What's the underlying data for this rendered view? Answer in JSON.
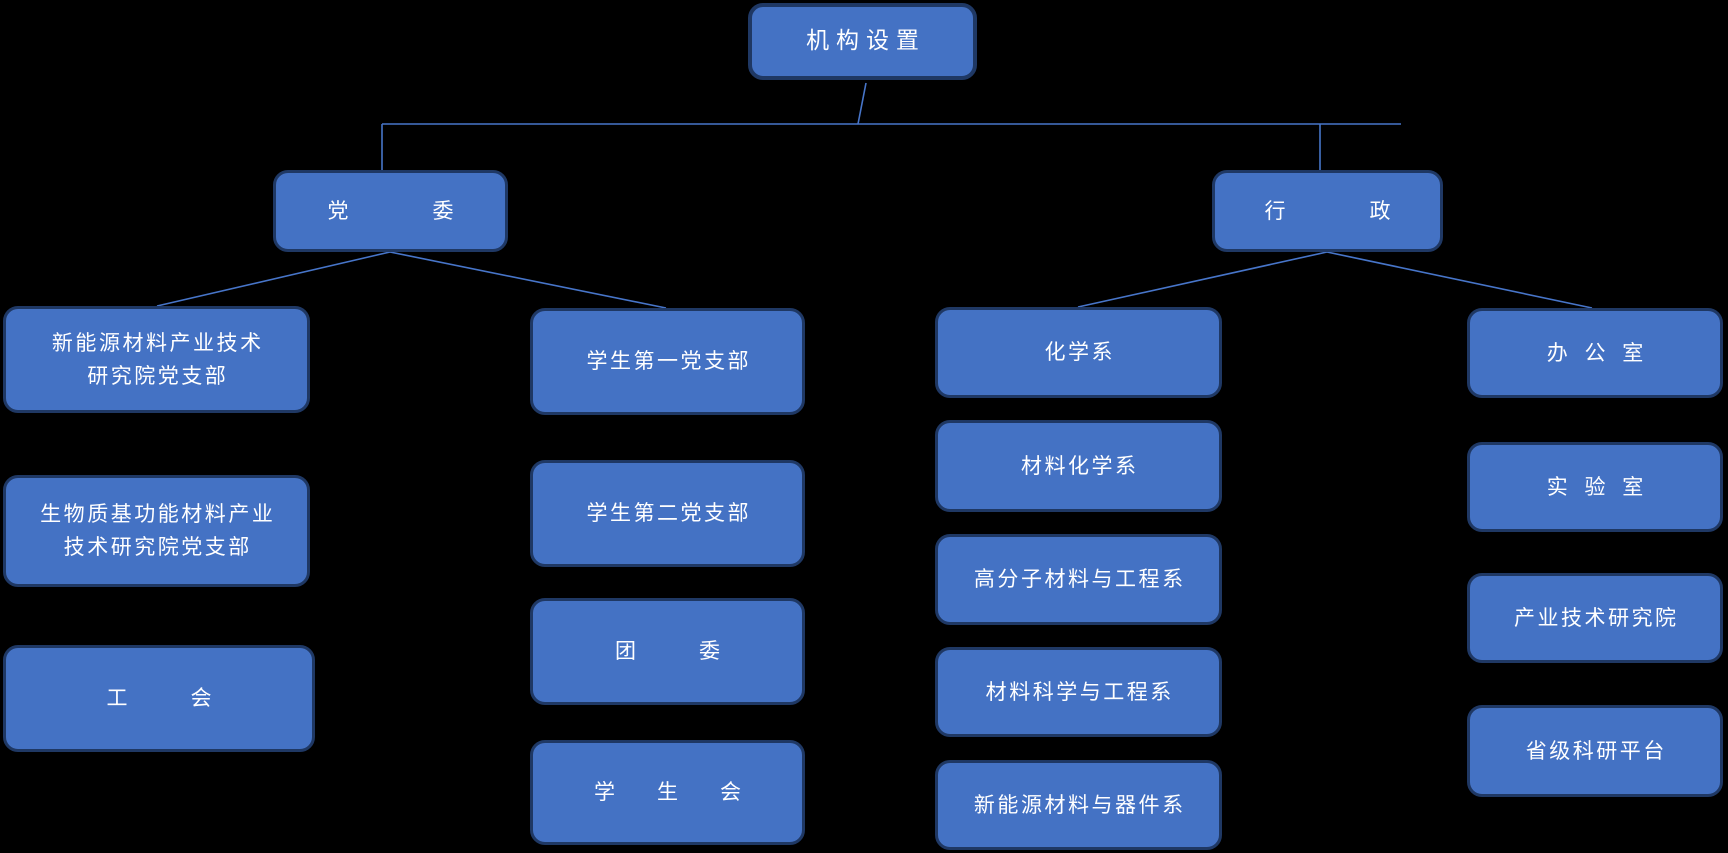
{
  "diagram": {
    "root": {
      "label": "机构设置"
    },
    "branches": {
      "party": {
        "label": "党委"
      },
      "admin": {
        "label": "行政"
      }
    },
    "party_col1": [
      {
        "label": "新能源材料产业技术\n研究院党支部"
      },
      {
        "label": "生物质基功能材料产业\n技术研究院党支部"
      },
      {
        "label": "工会"
      }
    ],
    "party_col2": [
      {
        "label": "学生第一党支部"
      },
      {
        "label": "学生第二党支部"
      },
      {
        "label": "团委"
      },
      {
        "label": "学生会"
      }
    ],
    "admin_col1": [
      {
        "label": "化学系"
      },
      {
        "label": "材料化学系"
      },
      {
        "label": "高分子材料与工程系"
      },
      {
        "label": "材料科学与工程系"
      },
      {
        "label": "新能源材料与器件系"
      }
    ],
    "admin_col2": [
      {
        "label": "办公室"
      },
      {
        "label": "实验室"
      },
      {
        "label": "产业技术研究院"
      },
      {
        "label": "省级科研平台"
      }
    ]
  },
  "colors": {
    "background": "#000000",
    "node_fill": "#4472C4",
    "node_border": "#1F3864",
    "connector": "#4775C9",
    "text": "#FFFFFF"
  }
}
